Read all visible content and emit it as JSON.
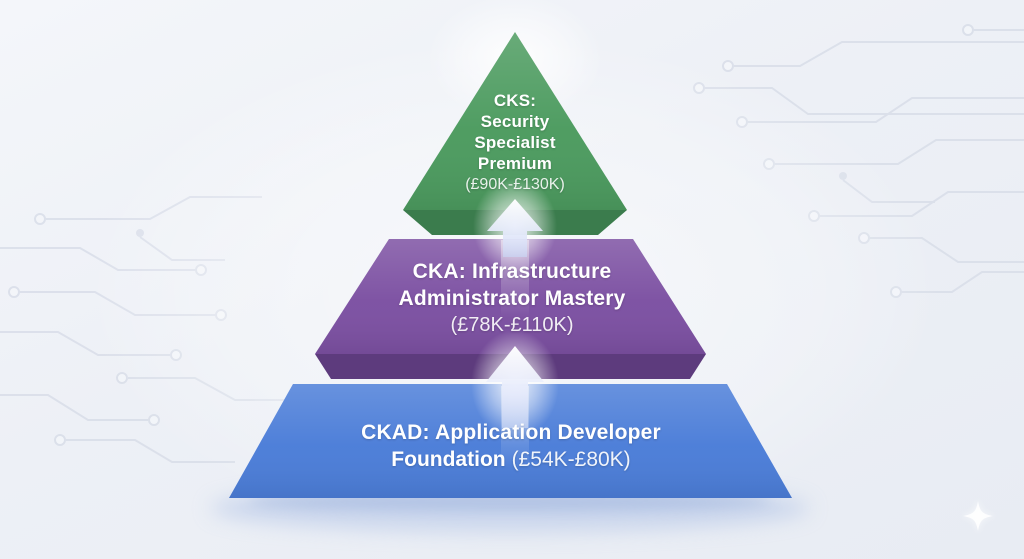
{
  "infographic": {
    "type": "pyramid-diagram",
    "background_color": "#edf0f6",
    "text_color": "#ffffff",
    "tiers": [
      {
        "position": "top",
        "title_lines": [
          "CKS:",
          "Security",
          "Specialist",
          "Premium"
        ],
        "salary_range": "(£90K-£130K)",
        "face_color": "#4c9b5f",
        "edge_color": "#3b7c4d"
      },
      {
        "position": "middle",
        "title_lines": [
          "CKA: Infrastructure",
          "Administrator Mastery"
        ],
        "salary_range": "(£78K-£110K)",
        "face_color": "#7c50a2",
        "edge_color": "#5d3b7d"
      },
      {
        "position": "bottom",
        "title_line_1": "CKAD: Application Developer",
        "title_line_2": "Foundation",
        "salary_range": "(£54K-£80K)",
        "face_color": "#4b7dd8"
      }
    ],
    "arrows": {
      "direction": "up",
      "count": 2,
      "color": "#eef2fd"
    }
  },
  "decor": {
    "circuit_color": "#d9dee9",
    "circuit_node_fill": "#f4f6fa",
    "sparkle_icon_color": "#ffffff",
    "base_shadow_color": "#a9bde4"
  }
}
